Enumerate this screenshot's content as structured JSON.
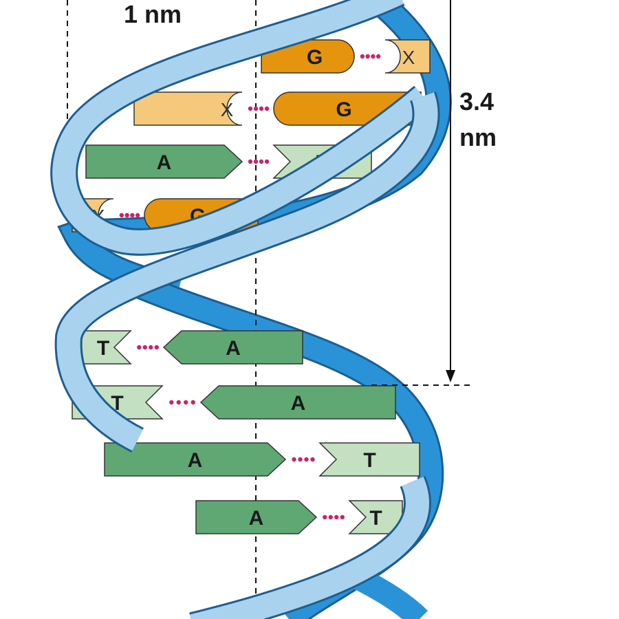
{
  "labels": {
    "width": "1 nm",
    "pitch_value": "3.4",
    "pitch_unit": "nm"
  },
  "base_pairs": [
    {
      "left": "G",
      "right": "X"
    },
    {
      "left": "X",
      "right": "G"
    },
    {
      "left": "A",
      "right": "T"
    },
    {
      "left": "X",
      "right": "G"
    },
    {
      "left": "T",
      "right": "A"
    },
    {
      "left": "T",
      "right": "A"
    },
    {
      "left": "A",
      "right": "T"
    },
    {
      "left": "A",
      "right": "T"
    }
  ],
  "colors": {
    "backbone_front": "#a9d2ee",
    "backbone_back": "#2a93d8",
    "backbone_stroke": "#1d5e91",
    "guanine": "#e5940e",
    "cytosine_x": "#f6c97a",
    "adenine": "#5fa873",
    "thymine": "#c3e0c0",
    "bond": "#c8246a"
  }
}
